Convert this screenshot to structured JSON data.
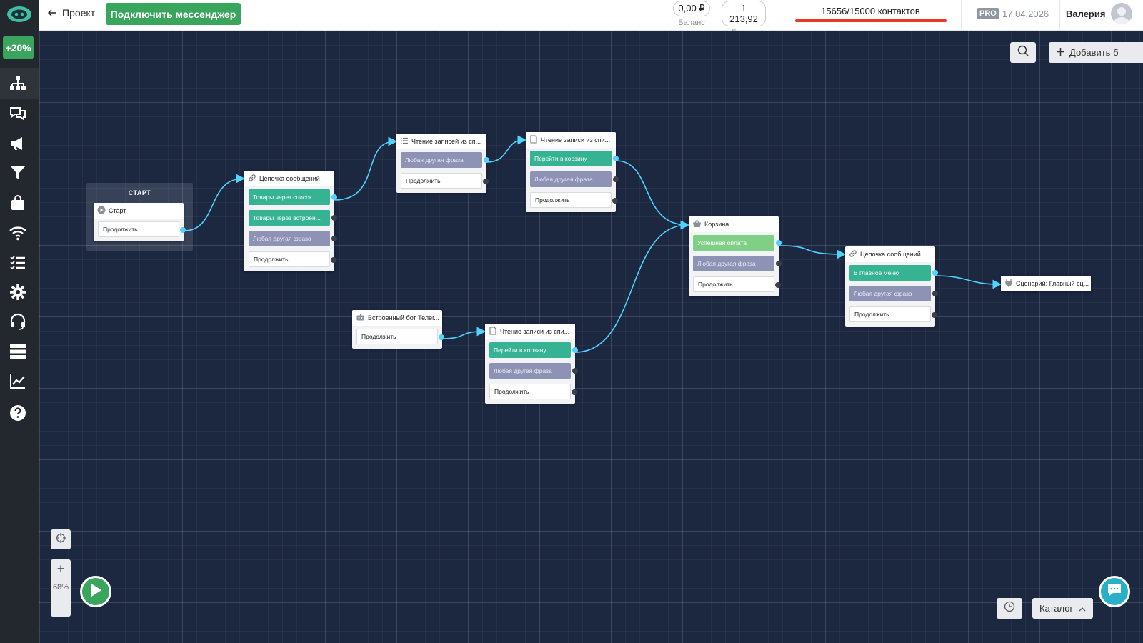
{
  "sidebar": {
    "promo": "+20%",
    "items": [
      {
        "icon": "flow-icon",
        "active": true
      },
      {
        "icon": "chats-icon"
      },
      {
        "icon": "megaphone-icon"
      },
      {
        "icon": "filter-icon"
      },
      {
        "icon": "bag-icon"
      },
      {
        "icon": "wifi-icon"
      },
      {
        "icon": "checklist-icon"
      },
      {
        "icon": "gear-icon"
      },
      {
        "icon": "headset-icon"
      },
      {
        "icon": "database-icon"
      },
      {
        "icon": "analytics-icon"
      },
      {
        "icon": "help-icon"
      }
    ]
  },
  "topbar": {
    "back_label": "Проект",
    "connect_label": "Подключить мессенджер",
    "balance_value": "0,00 ₽",
    "balance_caption": "Баланс",
    "points_value": "1 213,92",
    "points_caption": "Баллы",
    "contacts_text": "15656/15000 контактов",
    "plan_badge": "PRO",
    "plan_date": "17.04.2026",
    "user_name": "Валерия"
  },
  "canvas": {
    "search_icon": "search-icon",
    "add_block_label": "Добавить б",
    "zoom_level": "68%",
    "zoom_in": "+",
    "zoom_out": "—",
    "catalog_label": "Каталог",
    "start_zone_label": "СТАРТ",
    "continue_label": "Продолжить"
  },
  "nodes": {
    "start": {
      "title": "Старт",
      "buttons": [
        "Продолжить"
      ]
    },
    "chain1": {
      "title": "Цепочка сообщений",
      "buttons": [
        "Товары через список",
        "Товары через встроен...",
        "Любая другая фраза",
        "Продолжить"
      ]
    },
    "read1": {
      "title": "Чтение записей из сп...",
      "buttons": [
        "Любая другая фраза",
        "Продолжить"
      ]
    },
    "read2": {
      "title": "Чтение записи из спи...",
      "buttons": [
        "Перейти в корзину",
        "Любая другая фраза",
        "Продолжить"
      ]
    },
    "bot": {
      "title": "Встроенный бот Телег...",
      "buttons": [
        "Продолжить"
      ]
    },
    "read3": {
      "title": "Чтение записи из спи...",
      "buttons": [
        "Перейти в корзину",
        "Любая другая фраза",
        "Продолжить"
      ]
    },
    "cart": {
      "title": "Корзина",
      "buttons": [
        "Успешная оплата",
        "Любая другая фраза",
        "Продолжить"
      ]
    },
    "chain2": {
      "title": "Цепочка сообщений",
      "buttons": [
        "В главное меню",
        "Любая другая фраза",
        "Продолжить"
      ]
    },
    "scenario": {
      "title": "Сценарий: Главный сц..."
    }
  },
  "colors": {
    "canvas_bg": "#1c2740",
    "accent_green": "#3aa55d",
    "teal_button": "#35b392",
    "gray_button": "#8e93b6",
    "link": "#4fd3ff",
    "contacts_bar": "#e53b20"
  }
}
